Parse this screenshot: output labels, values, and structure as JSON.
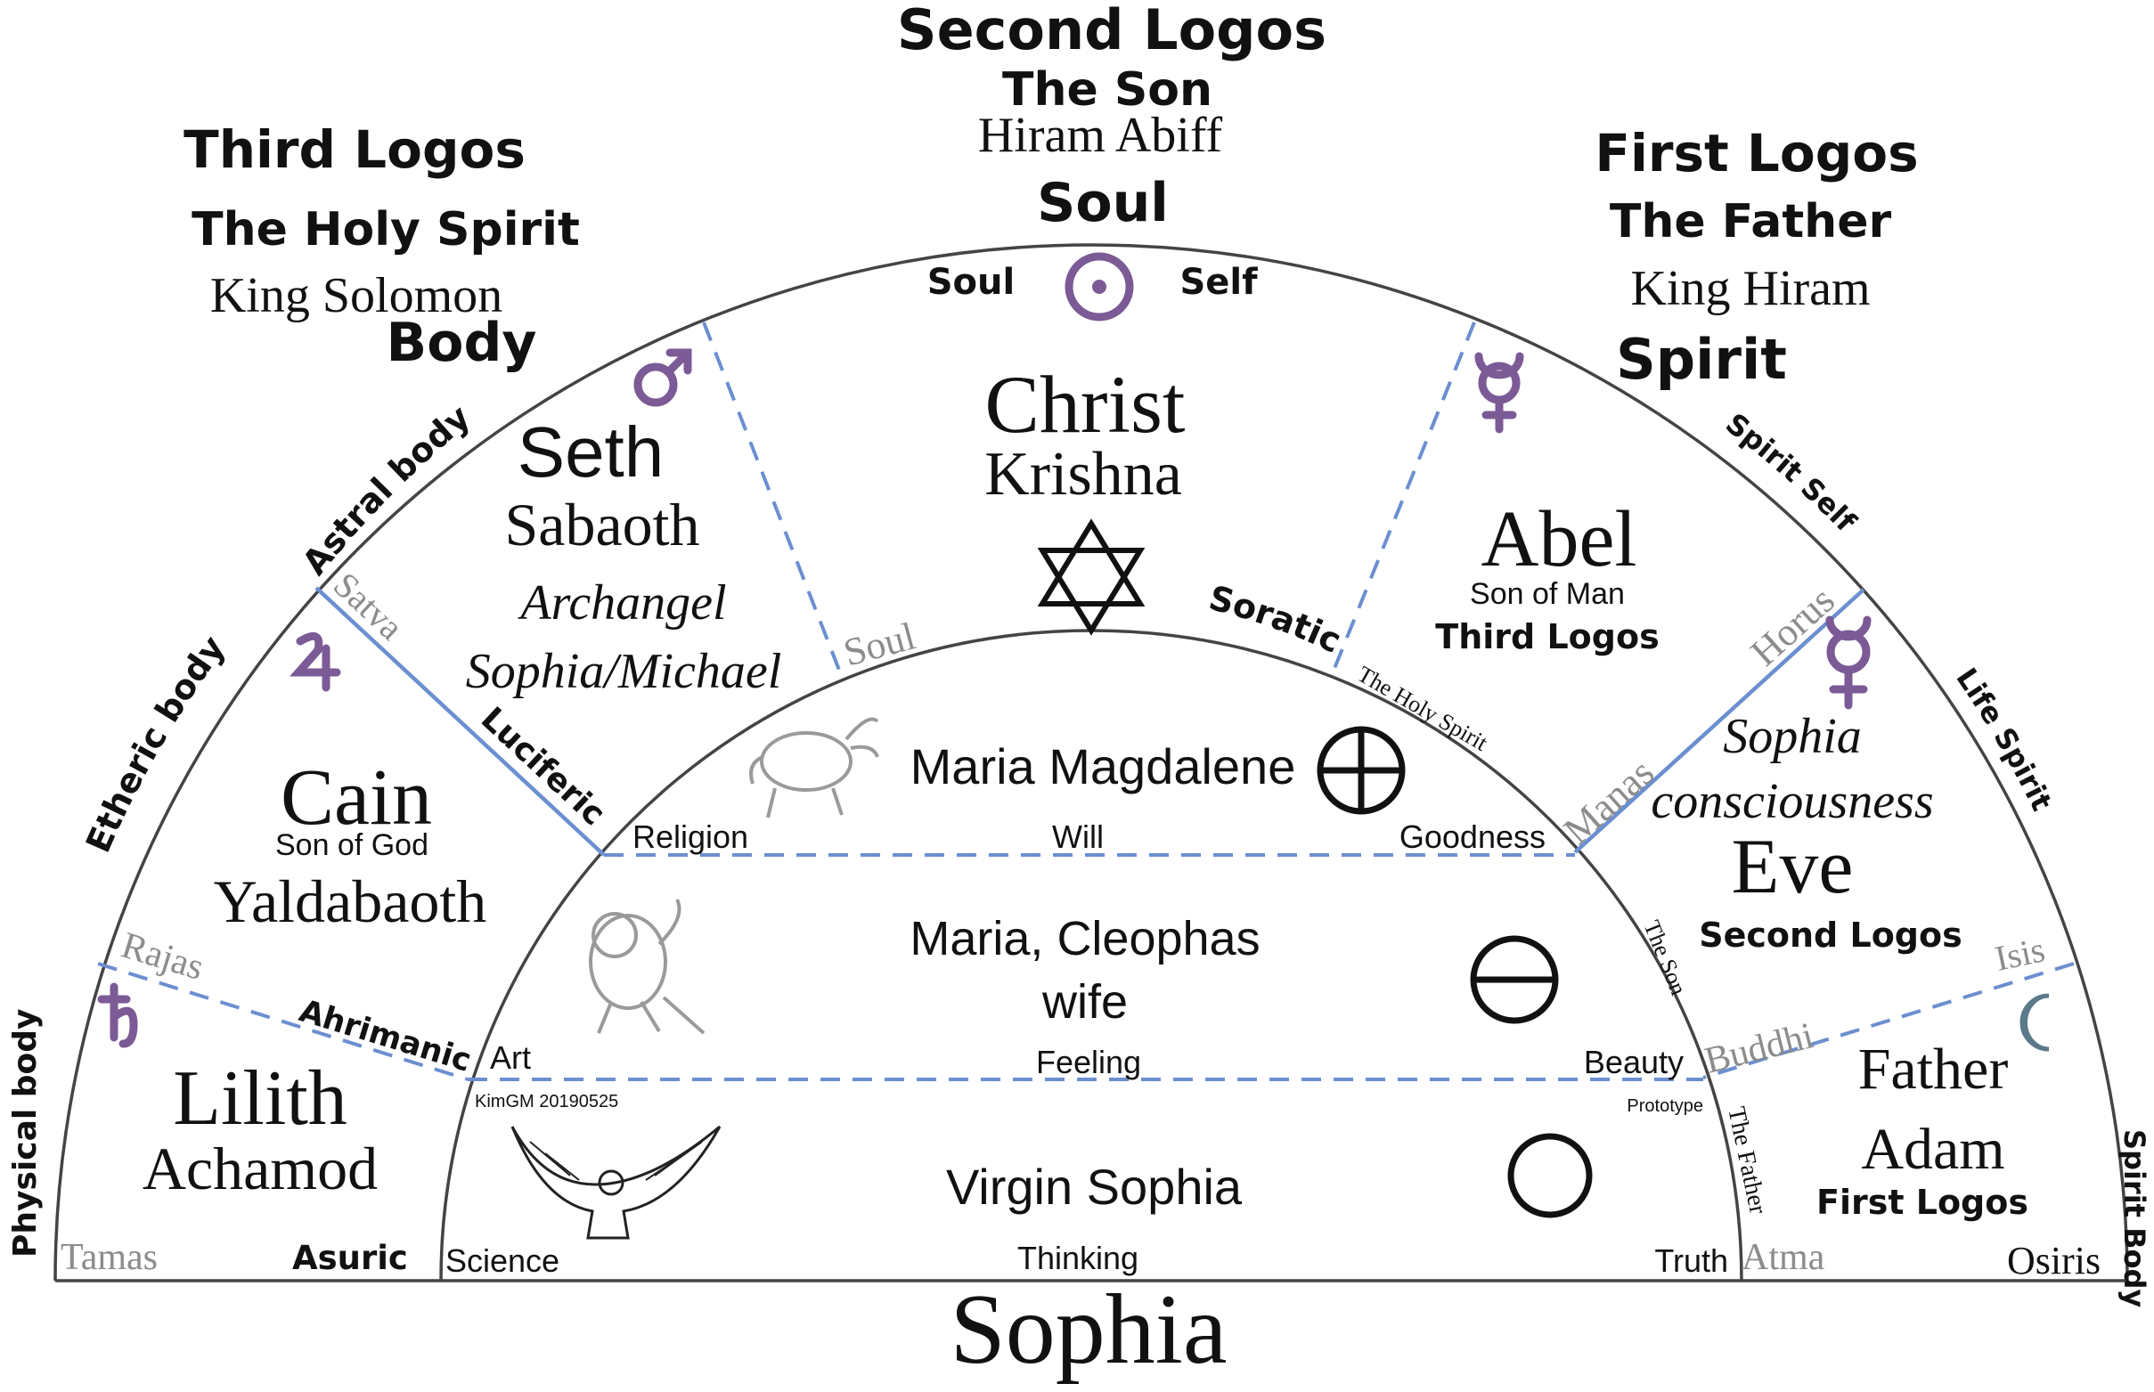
{
  "header": {
    "second": {
      "title": "Second Logos",
      "sub": "The Son",
      "name": "Hiram Abiff",
      "aspect": "Soul"
    },
    "third": {
      "title": "Third Logos",
      "sub": "The Holy Spirit",
      "name": "King Solomon",
      "aspect": "Body"
    },
    "first": {
      "title": "First Logos",
      "sub": "The Father",
      "name": "King Hiram",
      "aspect": "Spirit"
    }
  },
  "top_labels": {
    "soul": "Soul",
    "self": "Self"
  },
  "outer_ring_labels": {
    "astral": "Astral body",
    "etheric": "Etheric body",
    "physical": "Physical body",
    "spirit_self": "Spirit Self",
    "life_spirit": "Life Spirit",
    "spirit_body": "Spirit Body"
  },
  "segments": {
    "christ": {
      "name": "Christ",
      "alt": "Krishna"
    },
    "seth": {
      "name": "Seth",
      "alt": "Sabaoth",
      "l1": "Archangel",
      "l2": "Sophia/Michael"
    },
    "abel": {
      "name": "Abel",
      "sub": "Son of Man",
      "logos": "Third Logos"
    },
    "cain": {
      "name": "Cain",
      "sub": "Son of God",
      "alt": "Yaldabaoth"
    },
    "eve": {
      "l1": "Sophia",
      "l2": "consciousness",
      "name": "Eve",
      "logos": "Second Logos"
    },
    "lilith": {
      "name": "Lilith",
      "alt": "Achamod"
    },
    "adam": {
      "l1": "Father",
      "l2": "Adam",
      "logos": "First Logos"
    }
  },
  "boundary_labels": {
    "satva": "Satva",
    "luciferic": "Luciferic",
    "rajas": "Rajas",
    "ahrimanic": "Ahrimanic",
    "tamas": "Tamas",
    "asuric": "Asuric",
    "soul": "Soul",
    "soratic": "Soratic",
    "holy_spirit": "The Holy Spirit",
    "horus": "Horus",
    "manas": "Manas",
    "isis": "Isis",
    "buddhi": "Buddhi",
    "atma": "Atma",
    "osiris": "Osiris",
    "the_son": "The Son",
    "the_father": "The Father"
  },
  "inner": {
    "band1": {
      "title": "Maria Magdalene",
      "left": "Religion",
      "center": "Will",
      "right": "Goodness"
    },
    "band2": {
      "line1": "Maria, Cleophas",
      "line2": "wife",
      "left": "Art",
      "center": "Feeling",
      "right": "Beauty"
    },
    "band3": {
      "title": "Virgin Sophia",
      "left": "Science",
      "center": "Thinking",
      "right": "Truth"
    },
    "credit": "KimGM 20190525",
    "prototype": "Prototype"
  },
  "footer": {
    "title": "Sophia"
  },
  "colors": {
    "divider": "#6b8fd0",
    "planet_symbol": "#7b5a96",
    "ink": "#111111",
    "faded_text": "#8c8c8c"
  },
  "icons": [
    "sun-symbol",
    "mars-symbol",
    "mercury-symbol",
    "jupiter-symbol",
    "saturn-symbol",
    "venus-symbol",
    "moon-symbol",
    "star-of-david-icon",
    "earth-cross-icon",
    "theta-circle-icon",
    "circle-icon",
    "bull-icon",
    "lion-icon",
    "eagle-icon"
  ]
}
